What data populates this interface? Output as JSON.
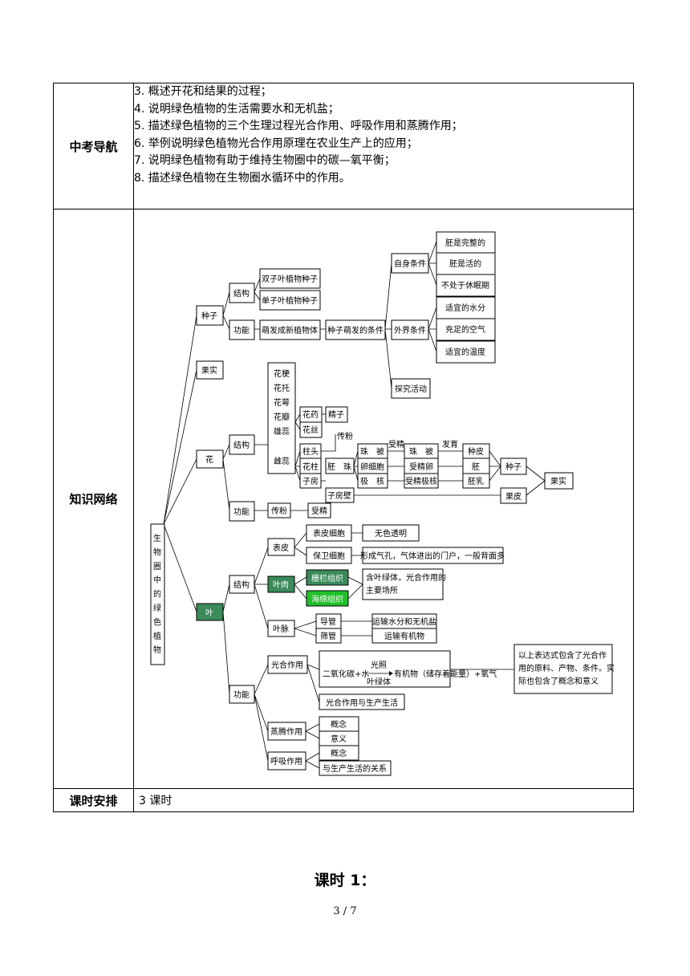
{
  "table": {
    "exam_label": "中考导航",
    "exam_items": [
      "3. 概述开花和结果的过程；",
      "4. 说明绿色植物的生活需要水和无机盐；",
      "5. 描述绿色植物的三个生理过程光合作用、呼吸作用和蒸腾作用；",
      "6. 举例说明绿色植物光合作用原理在农业生产上的应用；",
      "7. 说明绿色植物有助于维持生物圈中的碳—氧平衡；",
      "8. 描述绿色植物在生物圈水循环中的作用。"
    ],
    "network_label": "知识网络",
    "schedule_label": "课时安排",
    "schedule_value": "3 课时"
  },
  "concept_map": {
    "root": "生物圈中的绿色植物",
    "seed": "种子",
    "structure": "结构",
    "function": "功能",
    "dicot_seed": "双子叶植物种子",
    "monocot_seed": "单子叶植物种子",
    "develop_new_plant": "萌发成新植物体",
    "germination_conditions": "种子萌发的条件",
    "self_conditions": "自身条件",
    "embryo_complete": "胚是完整的",
    "embryo_alive": "胚是活的",
    "not_dormant": "不处于休眠期",
    "external_conditions": "外界条件",
    "proper_water": "适宜的水分",
    "enough_air": "充足的空气",
    "proper_temperature": "适宜的温度",
    "exploration": "探究活动",
    "fruit_top": "果实",
    "flower": "花",
    "flower_parts": [
      "花梗",
      "花托",
      "花萼",
      "花瓣",
      "雄蕊"
    ],
    "pistil": "雌蕊",
    "anther": "花药",
    "filament": "花丝",
    "sperm": "精子",
    "pollination": "传粉",
    "stigma": "柱头",
    "style": "花柱",
    "ovary": "子房",
    "ovule": "胚　珠",
    "integument": "珠　被",
    "egg_cell": "卵细胞",
    "polar_nuclei": "极　核",
    "fertilization": "受精",
    "integument2": "珠　被",
    "zygote": "受精卵",
    "fertilized_polar": "受精极核",
    "develop": "发育",
    "seed_coat": "种皮",
    "embryo": "胚",
    "endosperm": "胚乳",
    "seed2": "种子",
    "ovary_wall": "子房壁",
    "pericarp": "果皮",
    "fruit": "果实",
    "pollination2": "传粉",
    "fertilization2": "受精",
    "leaf": "叶",
    "epidermis": "表皮",
    "epidermal_cell": "表皮细胞",
    "colorless": "无色透明",
    "guard_cell": "保卫细胞",
    "stomata_desc": "形成气孔，气体进出的门户，一般背面多",
    "mesophyll": "叶肉",
    "palisade": "栅栏组织",
    "spongy": "海绵组织",
    "chloroplast_desc_1": "含叶绿体，光合作用的",
    "chloroplast_desc_2": "主要场所",
    "vein": "叶脉",
    "vessel": "导管",
    "water_transport": "运输水分和无机盐",
    "sieve_tube": "筛管",
    "organic_transport": "运输有机物",
    "photosynthesis": "光合作用",
    "equation_left": "二氧化碳+水",
    "light": "光照",
    "chloroplast": "叶绿体",
    "equation_right": "有机物（储存着能量）+氧气",
    "equation_note_1": "以上表达式包含了光合作",
    "equation_note_2": "用的原料、产物、条件。实",
    "equation_note_3": "际也包含了概念和意义",
    "photo_life": "光合作用与生产生活",
    "transpiration": "蒸腾作用",
    "concept": "概念",
    "meaning": "意义",
    "respiration": "呼吸作用",
    "concept2": "概念",
    "resp_life": "与生产生活的关系"
  },
  "colors": {
    "palisade_fill": "#3a8a5a",
    "spongy_fill": "#22c02a",
    "leaf_fill": "#3a8a5a"
  },
  "footer": {
    "lesson_heading": "课时 1：",
    "page_number": "3 / 7"
  }
}
